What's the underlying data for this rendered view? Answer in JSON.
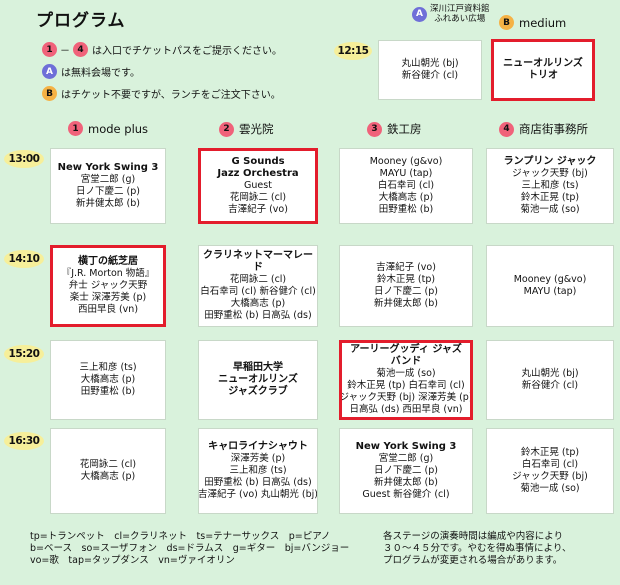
{
  "title": "プログラム",
  "legend": {
    "range_start": "1",
    "range_dash": "－",
    "range_end": "4",
    "line1": "は入口でチケットパスをご提示ください。",
    "a_mark": "A",
    "line2": "は無料会場です。",
    "b_mark": "B",
    "line3": "はチケット不要ですが、ランチをご注文下さい。"
  },
  "special": {
    "a_mark": "A",
    "a_name_line1": "深川江戸資料館",
    "a_name_line2": "ふれあい広場",
    "b_mark": "B",
    "b_name": "medium",
    "time": "12:15",
    "a_performers": [
      "丸山朝光 (bj)",
      "新谷健介 (cl)"
    ],
    "b_title_line1": "ニューオルリンズ",
    "b_title_line2": "トリオ"
  },
  "stages": [
    {
      "num": "1",
      "name": "mode plus"
    },
    {
      "num": "2",
      "name": "雲光院"
    },
    {
      "num": "3",
      "name": "鉄工房"
    },
    {
      "num": "4",
      "name": "商店街事務所"
    }
  ],
  "times": [
    "13:00",
    "14:10",
    "15:20",
    "16:30"
  ],
  "slots": [
    [
      {
        "lines": [
          "宮堂二郎 (g)",
          "日ノ下慶二 (p)",
          "新井健太郎 (b)"
        ],
        "title": [
          "New York Swing 3"
        ]
      },
      {
        "lines": [
          "G Sounds",
          "Jazz Orchestra",
          "Guest",
          "花岡詠二 (cl)",
          "吉澤紀子 (vo)"
        ],
        "title": []
      },
      {
        "lines": [
          "Mooney (g&vo)",
          "MAYU (tap)",
          "白石幸司 (cl)",
          "大橋高志 (p)",
          "田野重松 (b)"
        ],
        "title": []
      },
      {
        "lines": [
          "ジャック天野 (bj)",
          "三上和彦 (ts)",
          "鈴木正晃 (tp)",
          "菊池一成 (so)"
        ],
        "title": [
          "ランプリン ジャック"
        ]
      }
    ],
    [
      {
        "lines": [
          "『J.R. Morton 物語』",
          "弁士 ジャック天野",
          "楽士 深澤芳美 (p)",
          "西田早良 (vn)"
        ],
        "title": [
          "横丁の紙芝居"
        ]
      },
      {
        "lines": [
          "花岡詠二 (cl)",
          "白石幸司 (cl) 新谷健介 (cl)",
          "大橋高志 (p)",
          "田野重松 (b) 日高弘 (ds)"
        ],
        "title": [
          "クラリネットマーマレード"
        ]
      },
      {
        "lines": [
          "吉澤紀子 (vo)",
          "鈴木正晃 (tp)",
          "日ノ下慶二 (p)",
          "新井健太郎 (b)"
        ],
        "title": []
      },
      {
        "lines": [
          "Mooney (g&vo)",
          "MAYU (tap)"
        ],
        "title": []
      }
    ],
    [
      {
        "lines": [
          "三上和彦 (ts)",
          "大橋高志 (p)",
          "田野重松 (b)"
        ],
        "title": []
      },
      {
        "lines": [],
        "title": [
          "早稲田大学",
          "ニューオルリンズ",
          "ジャズクラブ"
        ]
      },
      {
        "lines": [
          "菊池一成 (so)",
          "鈴木正晃 (tp) 白石幸司 (cl)",
          "ジャック天野 (bj) 深澤芳美 (p)",
          "日高弘 (ds) 西田早良 (vn)"
        ],
        "title": [
          "アーリーグッディ ジャズバンド"
        ]
      },
      {
        "lines": [
          "丸山朝光 (bj)",
          "新谷健介 (cl)"
        ],
        "title": []
      }
    ],
    [
      {
        "lines": [
          "花岡詠二 (cl)",
          "大橋高志 (p)"
        ],
        "title": []
      },
      {
        "lines": [
          "深澤芳美 (p)",
          "三上和彦 (ts)",
          "田野重松 (b) 日高弘 (ds)",
          "吉澤紀子 (vo) 丸山朝光 (bj)"
        ],
        "title": [
          "キャロライナシャウト"
        ]
      },
      {
        "lines": [
          "宮堂二郎 (g)",
          "日ノ下慶二 (p)",
          "新井健太郎 (b)",
          "Guest 新谷健介 (cl)"
        ],
        "title": [
          "New York Swing 3"
        ]
      },
      {
        "lines": [
          "鈴木正晃 (tp)",
          "白石幸司 (cl)",
          "ジャック天野 (bj)",
          "菊池一成 (so)"
        ],
        "title": []
      }
    ]
  ],
  "notes_left": [
    "tp=トランペット　cl=クラリネット　ts=テナーサックス　p=ピアノ",
    "b=ベース　so=スーザフォン　ds=ドラムス　g=ギター　bj=バンジョー",
    "vo=歌　tap=タップダンス　vn=ヴァイオリン"
  ],
  "notes_right": [
    "各ステージの演奏時間は編成や内容により",
    "３０～４５分です。やむを得ぬ事情により、",
    "プログラムが変更される場合があります。"
  ]
}
